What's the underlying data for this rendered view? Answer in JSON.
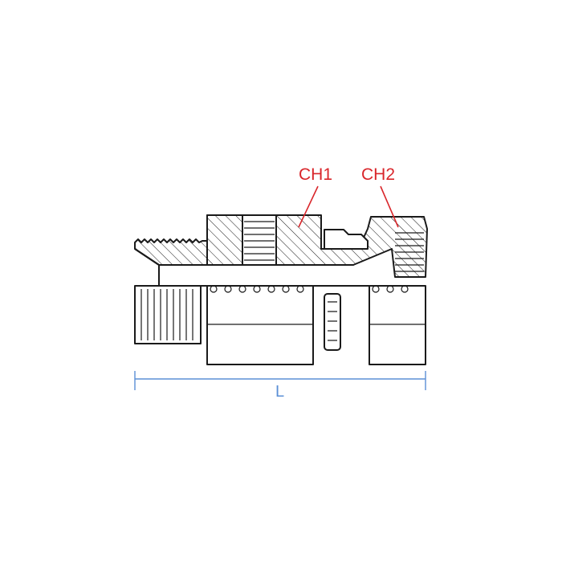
{
  "callouts": [
    {
      "label": "CH1"
    },
    {
      "label": "CH2"
    }
  ],
  "dimension": {
    "label": "L"
  },
  "colors": {
    "callout": "#d9262b",
    "dimension": "#5b8fd6",
    "outline": "#1a1a1a"
  }
}
